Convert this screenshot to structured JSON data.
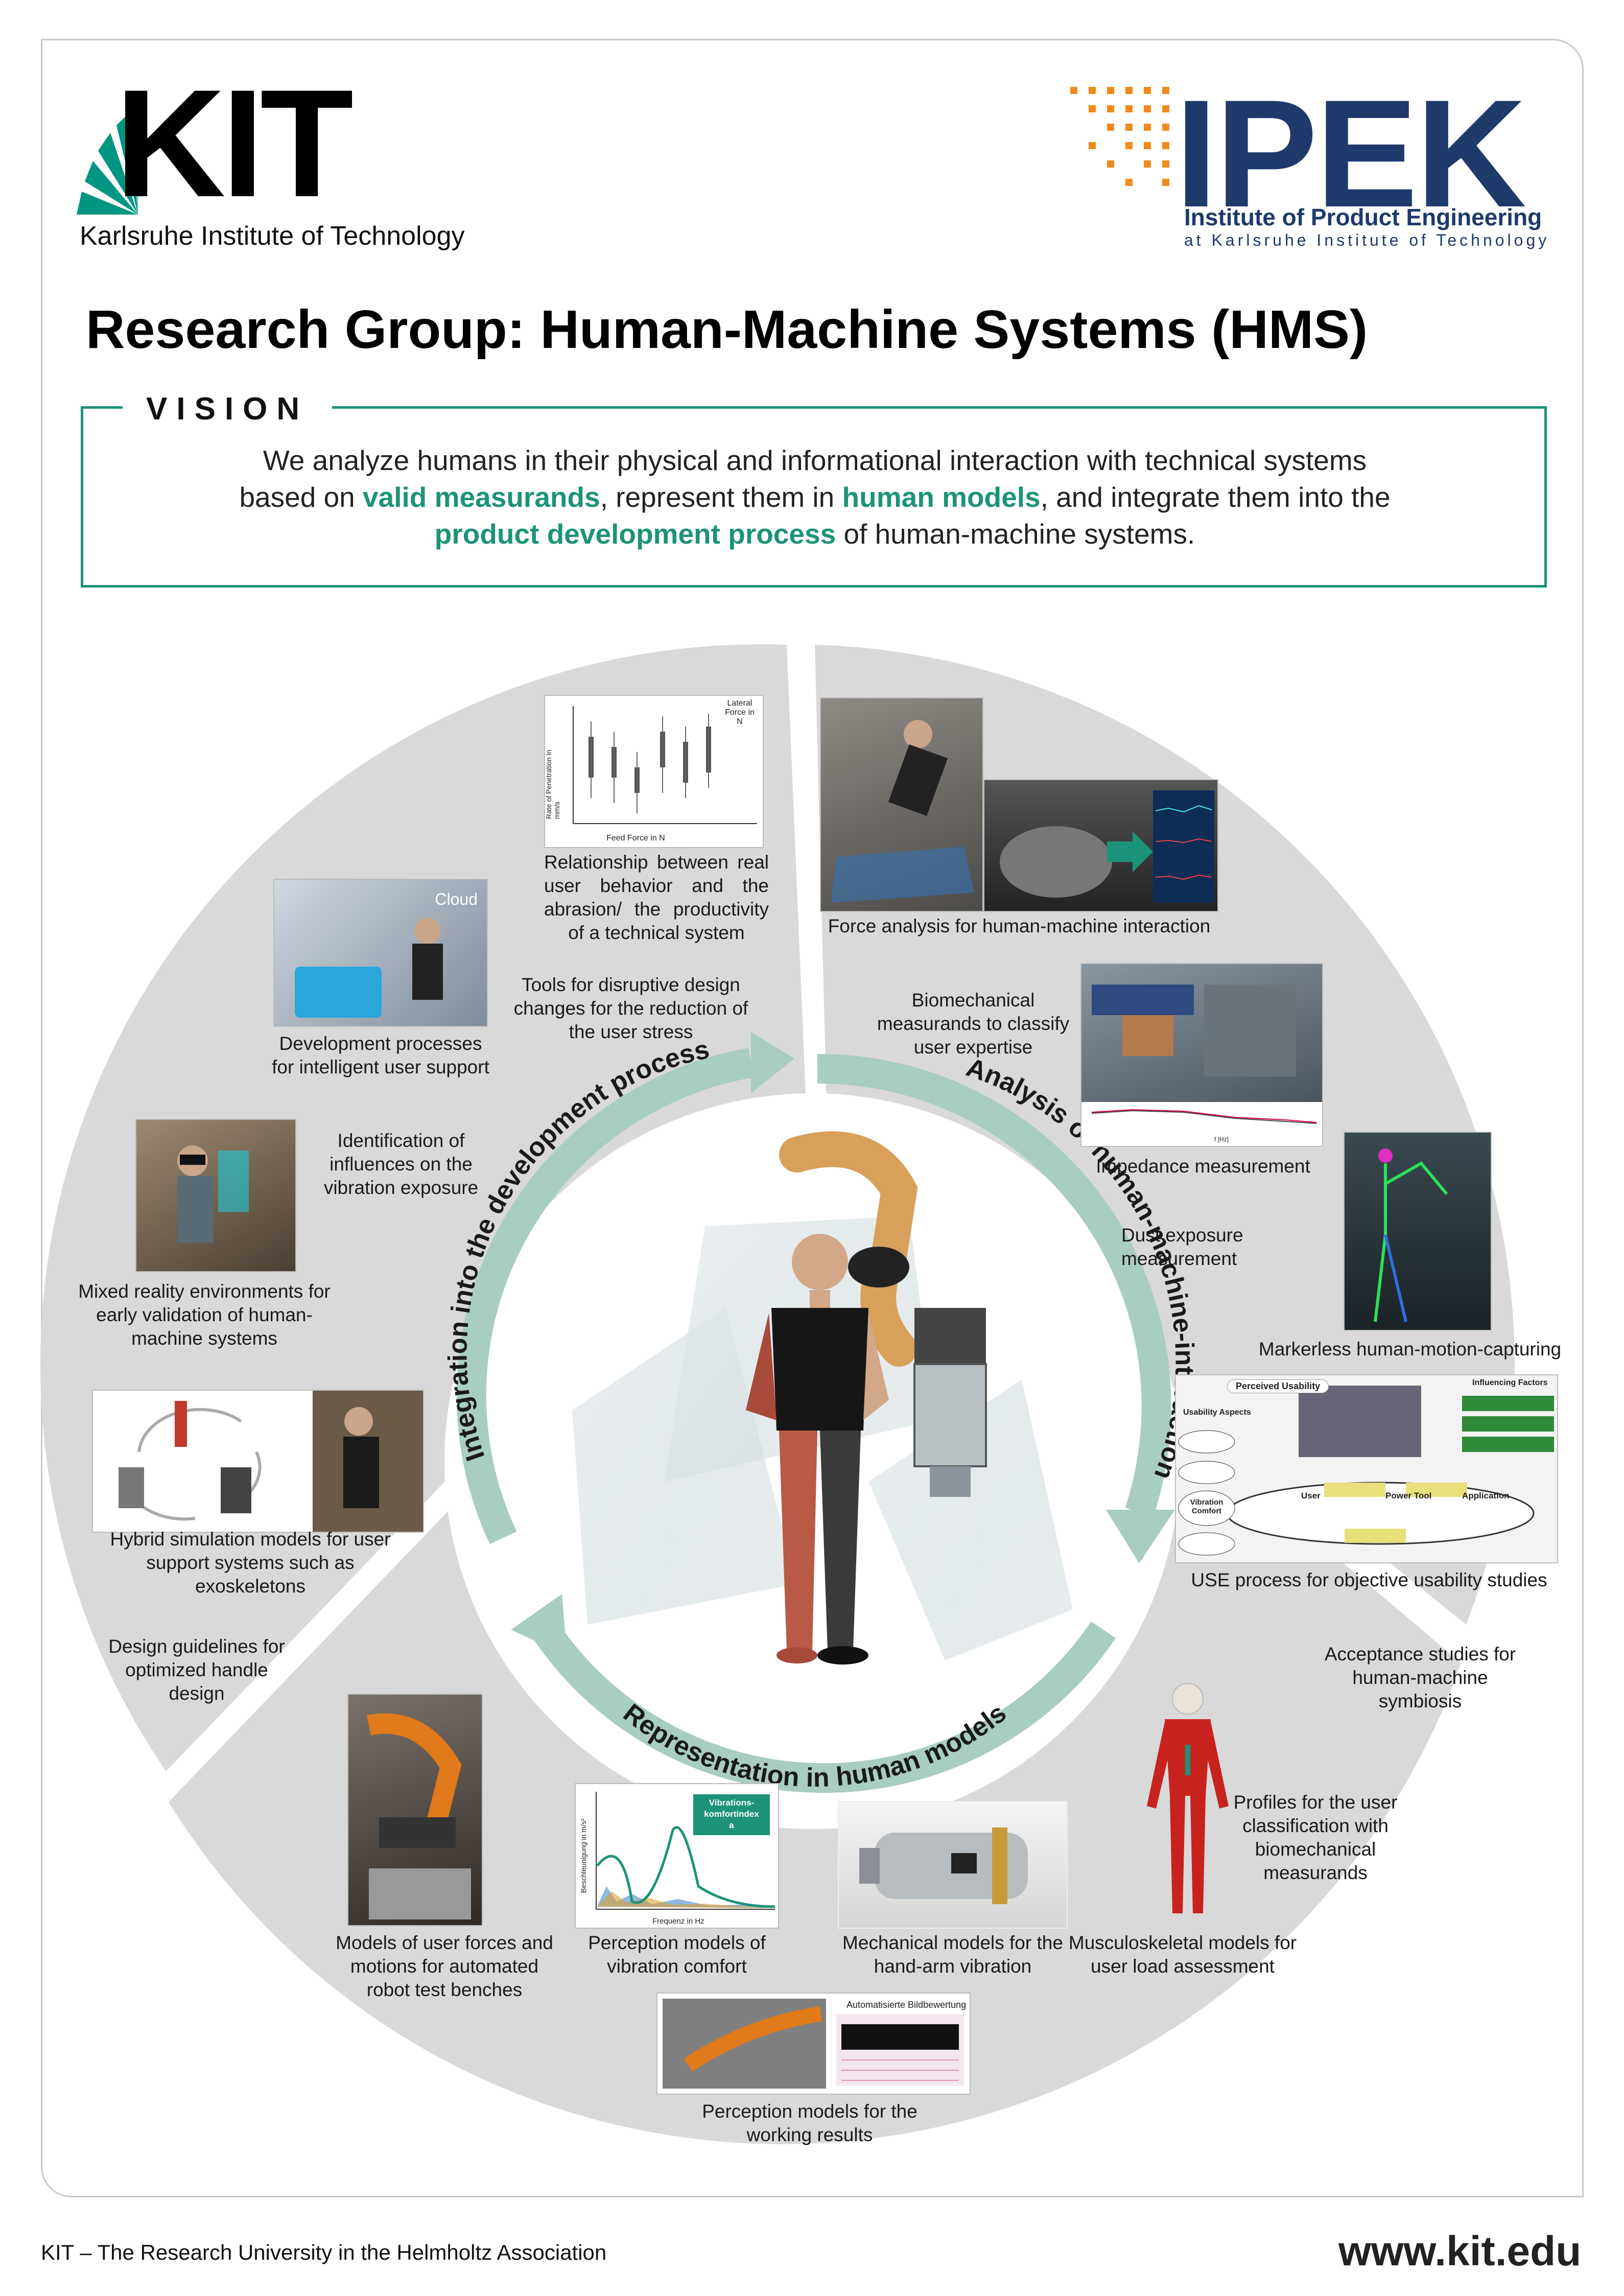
{
  "header": {
    "kit_logo_text": "KIT",
    "kit_subtitle": "Karlsruhe Institute of Technology",
    "ipek_logo_text": "IPEK",
    "ipek_line1": "Institute of Product Engineering",
    "ipek_line2": "at Karlsruhe Institute of Technology",
    "title": "Research Group: Human-Machine Systems (HMS)"
  },
  "vision": {
    "label": "VISION",
    "line1": "We analyze humans in their physical and informational interaction with technical systems",
    "line2_a": "based on ",
    "line2_b": "valid measurands",
    "line2_c": ", represent them in ",
    "line2_d": "human models",
    "line2_e": ", and integrate them into the",
    "line3_a": "product development process",
    "line3_b": " of human-machine systems."
  },
  "cycle": {
    "arc_integration": "Integration into the development process",
    "arc_analysis": "Analysis of human-machine-interaction",
    "arc_representation": "Representation in human models"
  },
  "items": {
    "relationship": "Relationship between real user behavior and the abrasion/ the productivity of a technical system",
    "force_analysis": "Force analysis for human-machine interaction",
    "development_processes": "Development processes for intelligent user support",
    "tools_disruptive": "Tools for disruptive design changes for the reduction of the user stress",
    "biomechanical": "Biomechanical measurands to classify user expertise",
    "identification": "Identification of influences on the vibration exposure",
    "impedance": "Impedance measurement",
    "dust": "Dust exposure measurement",
    "mixed_reality": "Mixed reality environments for early validation of human-machine systems",
    "markerless": "Markerless human-motion-capturing",
    "hybrid": "Hybrid simulation models for user support systems such as exoskeletons",
    "use_process": "USE process for objective usability studies",
    "design_guidelines": "Design guidelines for optimized handle design",
    "acceptance": "Acceptance studies for human-machine symbiosis",
    "profiles": "Profiles for the user classification with biomechanical measurands",
    "models_forces": "Models of user forces and motions for automated robot test benches",
    "perception_vibration": "Perception models of vibration comfort",
    "mechanical": "Mechanical models for the hand-arm vibration",
    "musculoskeletal": "Musculoskeletal models for user load assessment",
    "perception_results": "Perception models for the working results"
  },
  "figure_text": {
    "lateral_force": "Lateral Force in N",
    "feed_force": "Feed Force in N",
    "rate_penetration": "Rate of Penetration in mm/s",
    "cloud": "Cloud",
    "perceived_usability": "Perceived Usability",
    "influencing_factors": "Influencing Factors",
    "usability_aspects": "Usability Aspects",
    "use_user": "User",
    "use_power_tool": "Power Tool",
    "use_application": "Application",
    "vibration_comfort": "Vibration Comfort",
    "vib_index": "Vibrations-komfortindex",
    "vib_index_sym": "a",
    "freq_label": "Frequenz in Hz",
    "accel_label": "Beschleunigung in m/s²",
    "auto_bild": "Automatisierte Bildbewertung",
    "fhz": "f [Hz]"
  },
  "footer": {
    "left": "KIT – The Research University in the Helmholtz Association",
    "right": "www.kit.edu"
  },
  "colors": {
    "teal": "#1c9378",
    "arrow": "#a8cdc2",
    "sector": "#d9d9d9",
    "ipek_blue": "#1d3a6b",
    "ipek_orange": "#f08a1c",
    "kit_green": "#009682"
  }
}
